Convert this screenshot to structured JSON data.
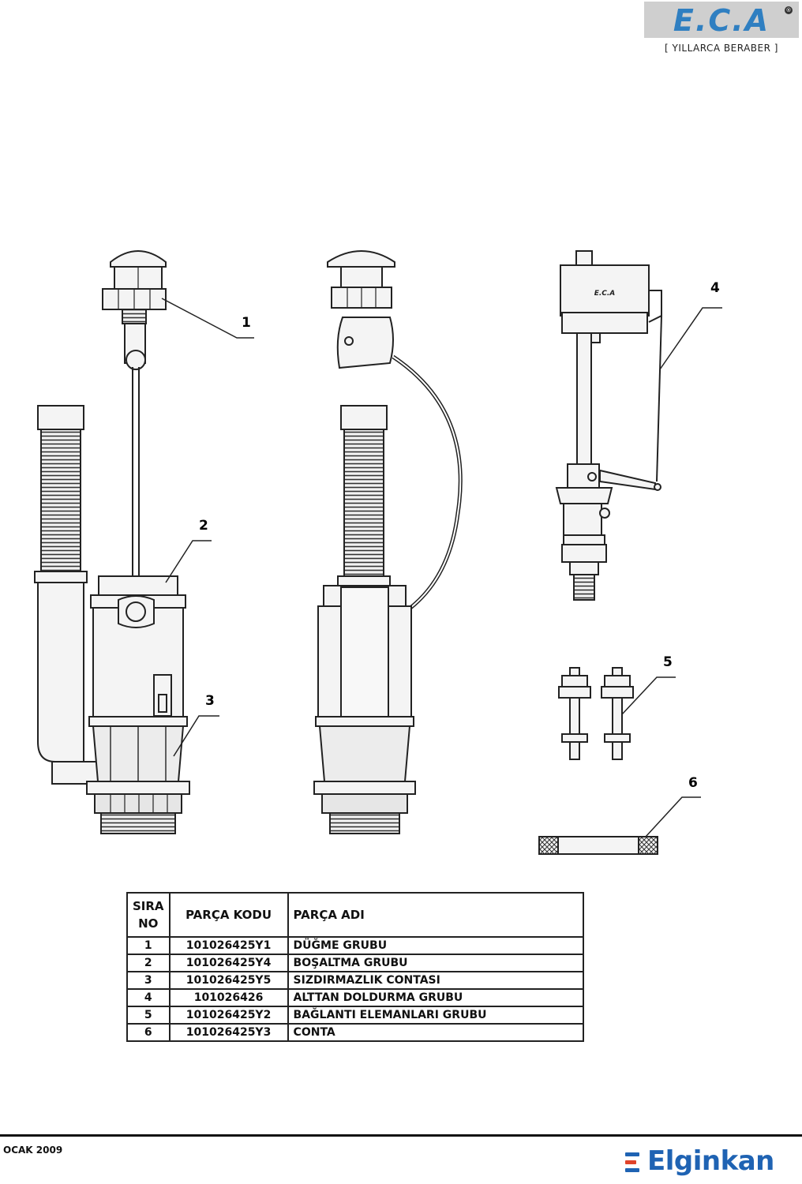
{
  "header": {
    "brand": "E.C.A",
    "slogan": "[ YILLARCA BERABER ]",
    "brand_color": "#2f7fc1"
  },
  "callouts": [
    "1",
    "2",
    "3",
    "4",
    "5",
    "6"
  ],
  "diagram": {
    "mini_brand": "E.C.A"
  },
  "parts_table": {
    "headers": {
      "no_line1": "SIRA",
      "no_line2": "NO",
      "code": "PARÇA KODU",
      "name": "PARÇA ADI"
    },
    "rows": [
      {
        "no": "1",
        "code": "101026425Y1",
        "name": "DÜĞME GRUBU"
      },
      {
        "no": "2",
        "code": "101026425Y4",
        "name": "BOŞALTMA GRUBU"
      },
      {
        "no": "3",
        "code": "101026425Y5",
        "name": "SIZDIRMAZLIK CONTASI"
      },
      {
        "no": "4",
        "code": "101026426",
        "name": "ALTTAN DOLDURMA GRUBU"
      },
      {
        "no": "5",
        "code": "101026425Y2",
        "name": "BAĞLANTI ELEMANLARI GRUBU"
      },
      {
        "no": "6",
        "code": "101026425Y3",
        "name": "CONTA"
      }
    ]
  },
  "footer": {
    "date": "OCAK 2009",
    "company": "Elginkan",
    "company_color": "#1f63b3"
  }
}
